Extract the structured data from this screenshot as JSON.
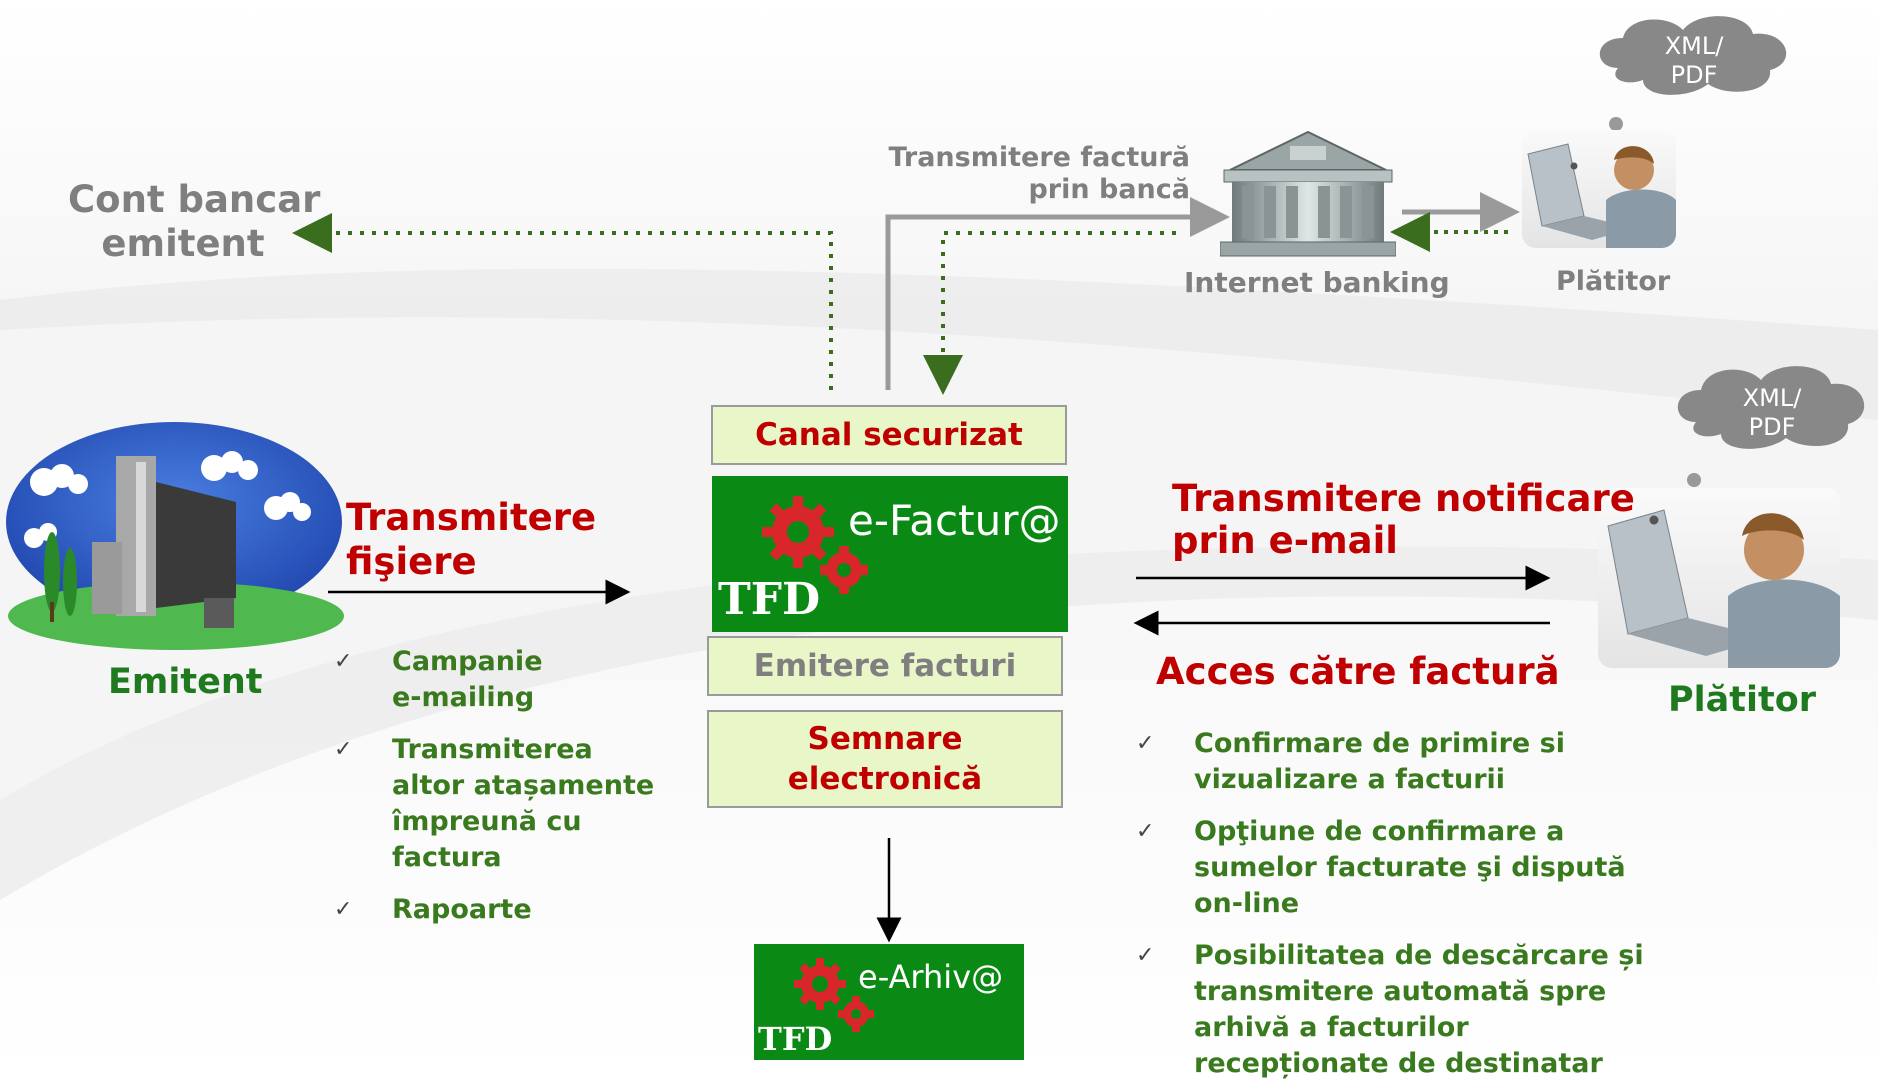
{
  "colors": {
    "green": "#3a7a1e",
    "red": "#c00000",
    "grey": "#7f7f7f",
    "box_fill": "#e8f6c8",
    "logo_green": "#0a8a14"
  },
  "cont_bancar": {
    "line1": "Cont bancar",
    "line2": "emitent"
  },
  "transmitere_banca": {
    "line1": "Transmitere factură",
    "line2": "prin bancă"
  },
  "bank": {
    "icon": "bank-building-icon",
    "label": "Internet banking"
  },
  "payer_small": {
    "label": "Plătitor",
    "icon": "person-laptop-icon"
  },
  "cloud_top": {
    "line1": "XML/",
    "line2": "PDF"
  },
  "cloud_mid": {
    "line1": "XML/",
    "line2": "PDF"
  },
  "emitent": {
    "label": "Emitent",
    "icon": "factory-icon"
  },
  "transmitere_fisiere": {
    "line1": "Transmitere",
    "line2": "fişiere"
  },
  "left_bullets": [
    {
      "text": "Campanie\ne-mailing"
    },
    {
      "text": "Transmiterea\naltor atașamente\nîmpreună cu\nfactura"
    },
    {
      "text": "Rapoarte"
    }
  ],
  "center": {
    "canal": "Canal securizat",
    "efactura_brand": "e-Factur@",
    "efactura_tfd": "TFD",
    "emitere": "Emitere facturi",
    "semnare": {
      "line1": "Semnare",
      "line2": "electronică"
    },
    "earhiva_brand": "e-Arhiv@",
    "earhiva_tfd": "TFD"
  },
  "notificare": {
    "line1": "Transmitere notificare",
    "line2": "prin e-mail"
  },
  "acces": "Acces către factură",
  "payer_big": {
    "label": "Plătitor",
    "icon": "person-laptop-icon"
  },
  "right_bullets": [
    {
      "text": "Confirmare de primire si\nvizualizare a facturii"
    },
    {
      "text": "Opţiune de confirmare a\nsumelor facturate şi dispută\non-line"
    },
    {
      "text": "Posibilitatea de descărcare și\ntransmitere automată spre\narhivă a facturilor\nrecepționate de destinatar"
    }
  ],
  "checkmark": "✓"
}
